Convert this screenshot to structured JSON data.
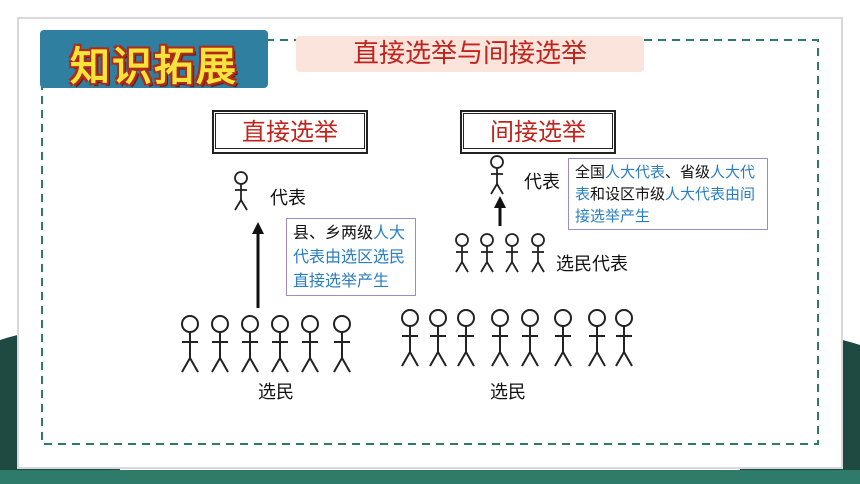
{
  "badge": {
    "text": "知识拓展"
  },
  "title": "直接选举与间接选举",
  "direct": {
    "label": "直接选举",
    "rep": "代表",
    "voters": "选民",
    "note": {
      "black": "县、乡两级",
      "blue": "人大代表由选区选民直接选举产生"
    }
  },
  "indirect": {
    "label": "间接选举",
    "rep": "代表",
    "voter_reps": "选民代表",
    "voters": "选民",
    "note": {
      "p1": "全国",
      "p2": "人大代表",
      "p3": "、省级",
      "p4": "人大代表",
      "p5": "和设区市级",
      "p6": "人大代表由间接选举产生"
    }
  },
  "colors": {
    "accent_red": "#c0241c",
    "note_blue": "#2a7dc2",
    "frame_green": "#2e7b6a",
    "bg_dark": "#1f4a41"
  }
}
